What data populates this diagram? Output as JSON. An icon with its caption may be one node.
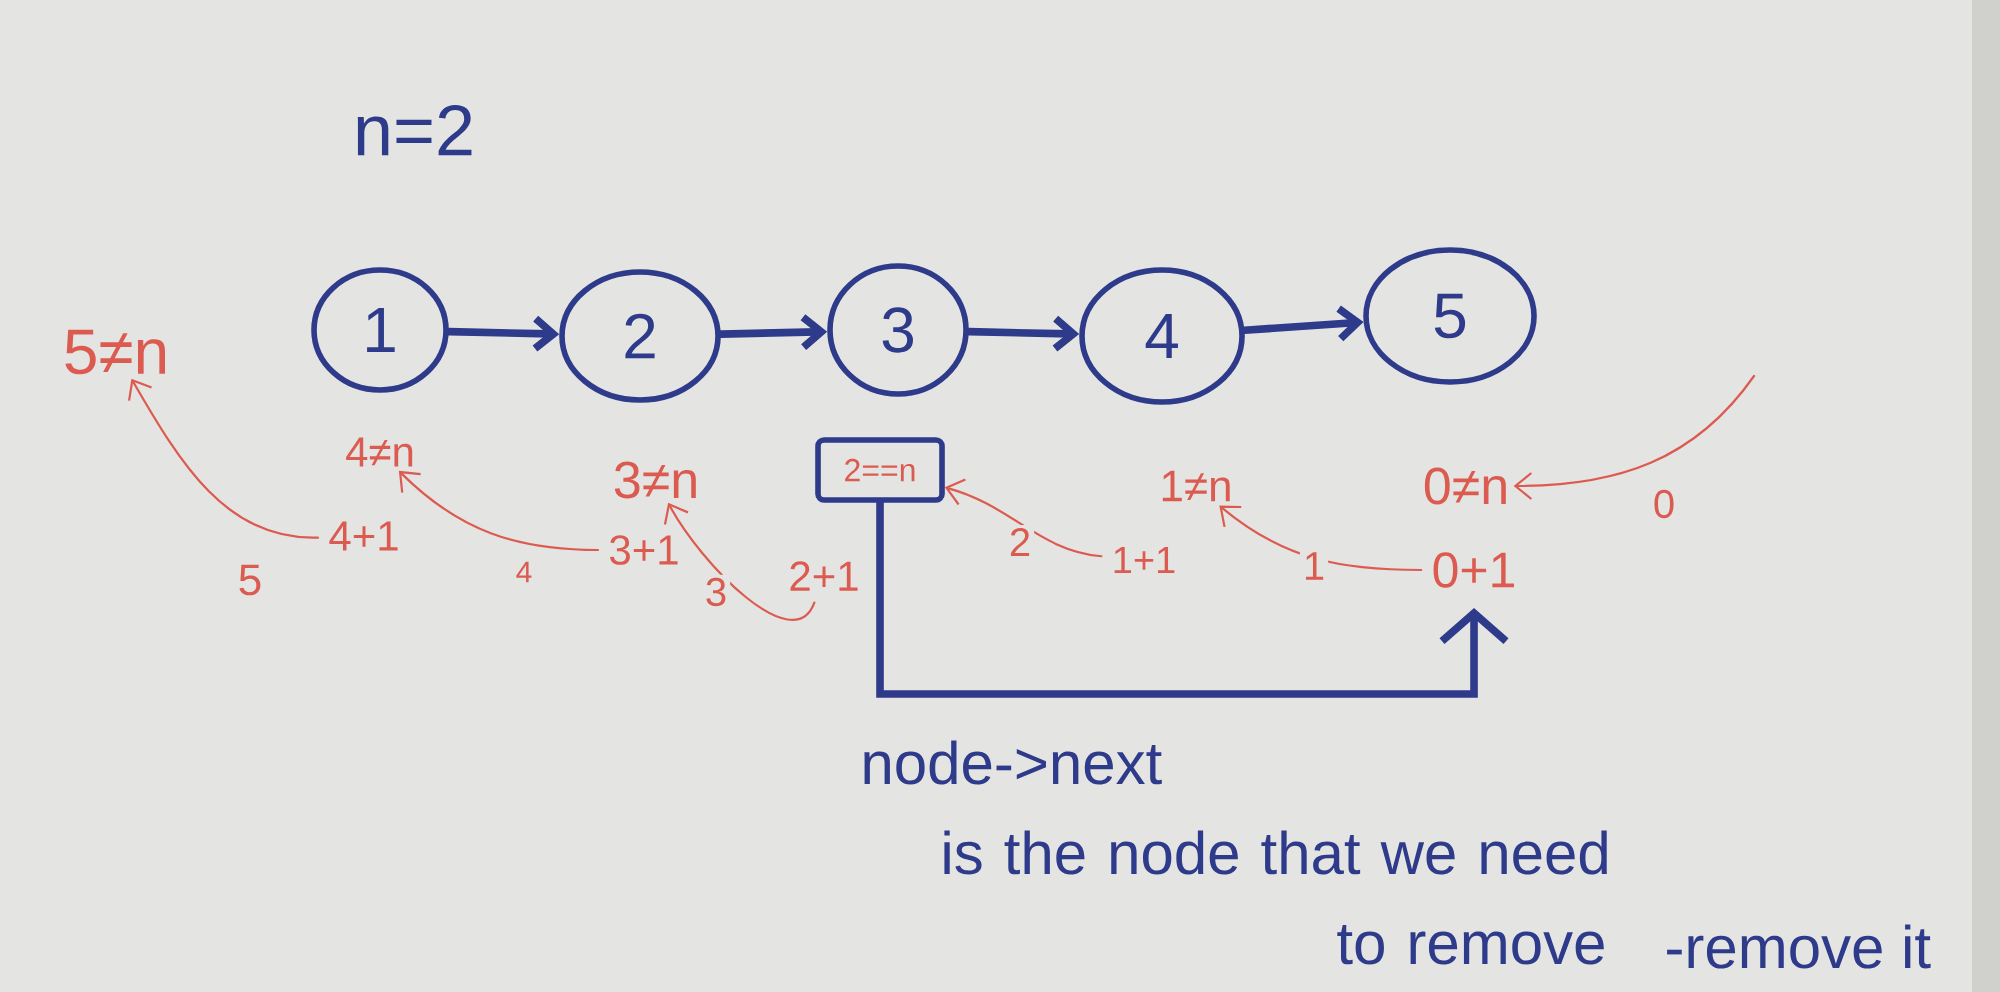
{
  "diagram": {
    "nodes": [
      {
        "text": [
          "1"
        ]
      },
      {
        "text": [
          "2"
        ]
      },
      {
        "text": [
          "3"
        ]
      },
      {
        "text": [
          "4"
        ]
      },
      {
        "text": [
          "5"
        ]
      },
      {
        "text": [
          "5≠n"
        ]
      },
      {
        "text": [
          "4≠n"
        ]
      },
      {
        "text": [
          "3≠n"
        ]
      },
      {
        "text": [
          "2==n"
        ]
      },
      {
        "text": [
          "1≠n"
        ]
      },
      {
        "text": [
          "0≠n"
        ]
      },
      {
        "text": [
          "4+1"
        ]
      },
      {
        "text": [
          "3+1"
        ]
      },
      {
        "text": [
          "2+1"
        ]
      },
      {
        "text": [
          "1+1"
        ]
      },
      {
        "text": [
          "0+1"
        ]
      }
    ],
    "edges": [
      {
        "from": 0,
        "to": 1,
        "arrow": "to",
        "style": "thick",
        "color": "#2e3a8a"
      },
      {
        "from": 1,
        "to": 2,
        "arrow": "to",
        "style": "thick",
        "color": "#2e3a8a"
      },
      {
        "from": 2,
        "to": 3,
        "arrow": "to",
        "style": "thick",
        "color": "#2e3a8a"
      },
      {
        "from": 3,
        "to": 4,
        "arrow": "to",
        "style": "thick",
        "color": "#2e3a8a"
      },
      {
        "from": null,
        "to": 10,
        "arrow": "to",
        "label": "0"
      },
      {
        "from": 15,
        "to": 9,
        "arrow": "to",
        "label": "1"
      },
      {
        "from": 14,
        "to": 8,
        "arrow": "to",
        "label": "2"
      },
      {
        "from": 13,
        "to": 7,
        "arrow": "to",
        "label": "3"
      },
      {
        "from": 12,
        "to": 6,
        "arrow": "to",
        "label": "4"
      },
      {
        "from": 11,
        "to": 5,
        "arrow": "to",
        "label": "5"
      },
      {
        "from": 8,
        "to": 15,
        "arrow": "to",
        "style": "thick",
        "color": "#2e3a8a"
      }
    ],
    "labels": [
      "n=2",
      "node->next is the node that we need to remove",
      "-remove it"
    ]
  }
}
